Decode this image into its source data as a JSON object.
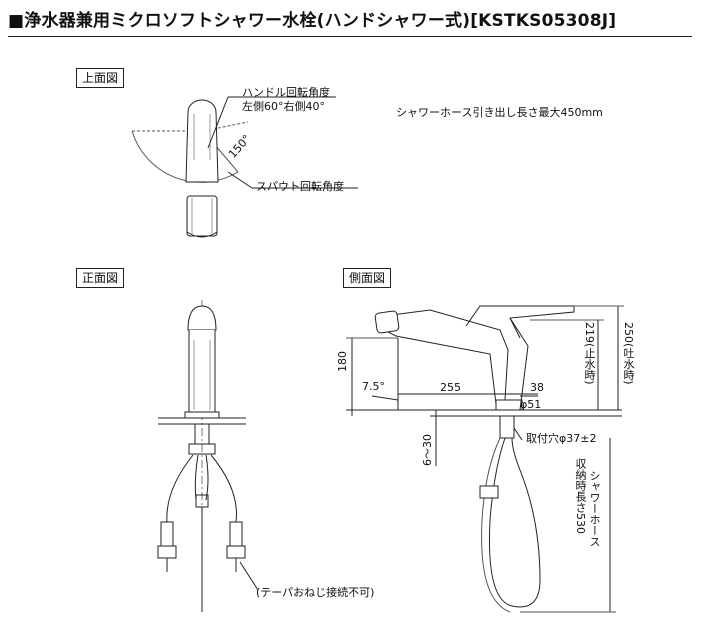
{
  "header": {
    "title": "■浄水器兼用ミクロソフトシャワー水栓(ハンドシャワー式)[KSTKS05308J]"
  },
  "views": {
    "top": "上面図",
    "front": "正面図",
    "side": "側面図"
  },
  "top_view": {
    "handle_rotation_title": "ハンドル回転角度",
    "handle_rotation_values": "左側60°右側40°",
    "spout_angle": "150°",
    "spout_rotation": "スパウト回転角度"
  },
  "shower_hose_note": "シャワーホース引き出し長さ最大450mm",
  "front_view": {
    "taper_note": "(テーパおねじ接続不可)"
  },
  "side_view": {
    "dim_180": "180",
    "dim_angle": "7.5°",
    "dim_255": "255",
    "dim_38": "38",
    "dim_phi51": "φ51",
    "dim_6_30": "6〜30",
    "mount_hole": "取付穴φ37±2",
    "dim_219": "219(止水時)",
    "dim_250": "250(吐水時)",
    "hose_storage_1": "シャワーホース",
    "hose_storage_2": "収納時長さ530"
  }
}
